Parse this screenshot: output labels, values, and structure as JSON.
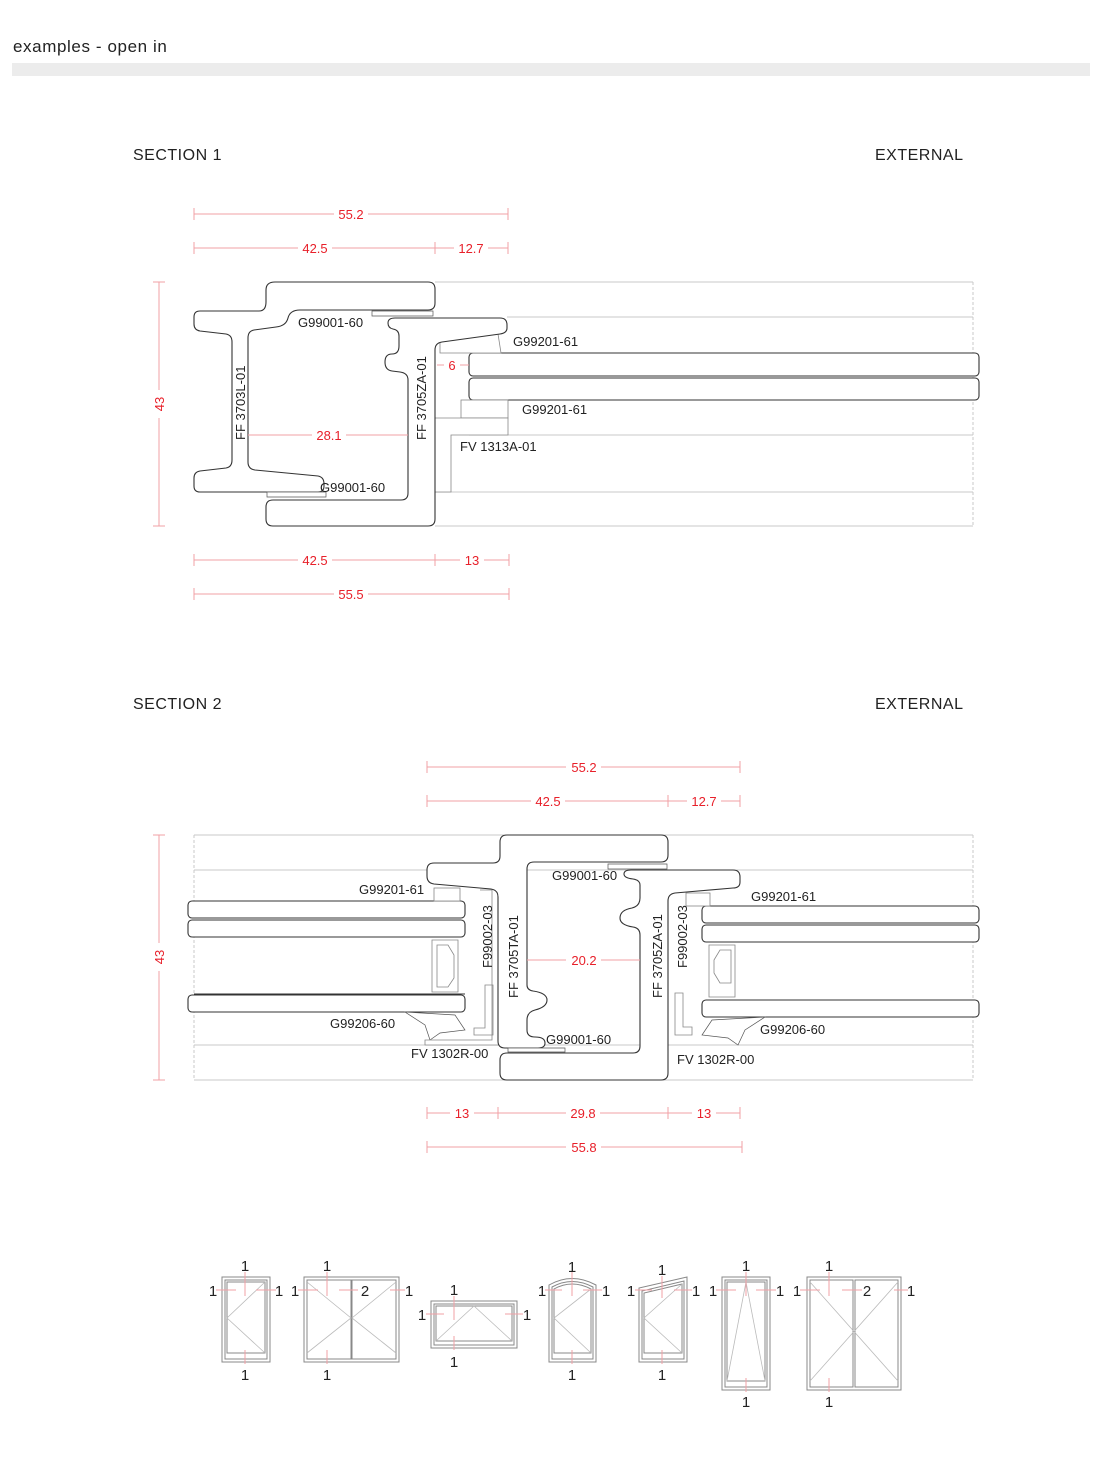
{
  "header": {
    "title": "examples - open in"
  },
  "section1": {
    "title": "SECTION 1",
    "side": "EXTERNAL",
    "dims": {
      "top_total": "55.2",
      "top_a": "42.5",
      "top_b": "12.7",
      "bottom_a": "42.5",
      "bottom_b": "13",
      "bottom_total": "55.5",
      "height": "43",
      "inner": "28.1",
      "glass_gap": "6"
    },
    "labels": {
      "outer_frame": "FF 3703L-01",
      "sash": "FF 3705ZA-01",
      "gasket_top": "G99001-60",
      "gasket_bottom": "G99001-60",
      "glazing_top": "G99201-61",
      "glazing_bottom": "G99201-61",
      "bead": "FV 1313A-01"
    }
  },
  "section2": {
    "title": "SECTION 2",
    "side": "EXTERNAL",
    "dims": {
      "top_total": "55.2",
      "top_a": "42.5",
      "top_b": "12.7",
      "bottom_a": "13",
      "bottom_b": "29.8",
      "bottom_c": "13",
      "bottom_total": "55.8",
      "height": "43",
      "inner": "20.2"
    },
    "labels": {
      "glazing_left": "G99201-61",
      "glazing_right": "G99201-61",
      "insert_left": "F99002-03",
      "insert_right": "F99002-03",
      "mullion": "FF 3705TA-01",
      "sash": "FF 3705ZA-01",
      "gasket_top": "G99001-60",
      "gasket_bottom": "G99001-60",
      "seal_left": "G99206-60",
      "seal_right": "G99206-60",
      "bead_left": "FV 1302R-00",
      "bead_right": "FV 1302R-00"
    }
  },
  "windows": [
    {
      "top": "1",
      "left": "1",
      "right": "1",
      "bottom": "1"
    },
    {
      "top": "1",
      "left": "1",
      "mid": "2",
      "right": "1",
      "bottom": "1"
    },
    {
      "top": "1",
      "left": "1",
      "right": "1",
      "bottom": "1"
    },
    {
      "top": "1",
      "left": "1",
      "right": "1",
      "bottom": "1"
    },
    {
      "top": "1",
      "left": "1",
      "right": "1",
      "bottom": "1"
    },
    {
      "top": "1",
      "left": "1",
      "right": "1",
      "bottom": "1"
    },
    {
      "top": "1",
      "left": "1",
      "mid": "2",
      "right": "1",
      "bottom": "1"
    }
  ],
  "colors": {
    "dimension": "#e8202a",
    "dimension_line": "#f2a0a6",
    "title_bar": "#ececec"
  }
}
